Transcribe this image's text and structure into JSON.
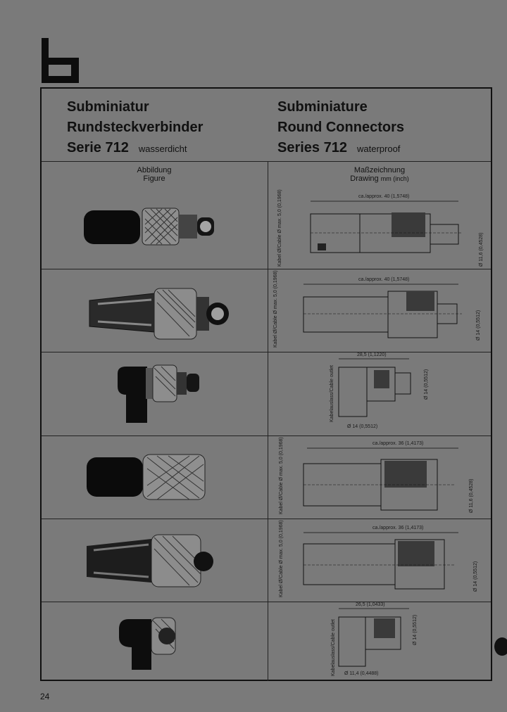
{
  "header": {
    "de": {
      "line1": "Subminiatur",
      "line2": "Rundsteckverbinder",
      "line3": "Serie 712",
      "note": "wasserdicht"
    },
    "en": {
      "line1": "Subminiature",
      "line2": "Round Connectors",
      "line3": "Series 712",
      "note": "waterproof"
    }
  },
  "columns": {
    "figure": {
      "de": "Abbildung",
      "en": "Figure"
    },
    "drawing": {
      "de": "Maßzeichnung",
      "en": "Drawing",
      "unit": "mm (inch)"
    }
  },
  "rows": [
    {
      "top_dim": "ca./approx. 40 (1,5748)",
      "side_label": "Kabel Ø/Cable Ø max. 5,0 (0,1968)",
      "right_dim": "Ø 11,6 (0,4528)"
    },
    {
      "top_dim": "ca./approx. 40 (1,5748)",
      "side_label": "Kabel Ø/Cable Ø max. 5,0 (0,1968)",
      "right_dim": "Ø 14 (0,5512)"
    },
    {
      "top_dim": "28,5 (1,1220)",
      "side_label": "Kabelauslass/Cable outlet",
      "right_dim": "Ø 14 (0,5512)",
      "bottom_dim": "Ø 14 (0,5512)"
    },
    {
      "top_dim": "ca./approx. 36 (1,4173)",
      "side_label": "Kabel Ø/Cable Ø max. 5,0 (0,1968)",
      "right_dim": "Ø 11,6 (0,4528)"
    },
    {
      "top_dim": "ca./approx. 36 (1,4173)",
      "side_label": "Kabel Ø/Cable Ø max. 5,0 (0,1968)",
      "right_dim": "Ø 14 (0,5512)"
    },
    {
      "top_dim": "26,5 (1,0433)",
      "side_label": "Kabelauslass/Cable outlet",
      "right_dim": "Ø 14 (0,5512)",
      "bottom_dim": "Ø 11,4 (0,4488)"
    }
  ],
  "page_number": "24"
}
